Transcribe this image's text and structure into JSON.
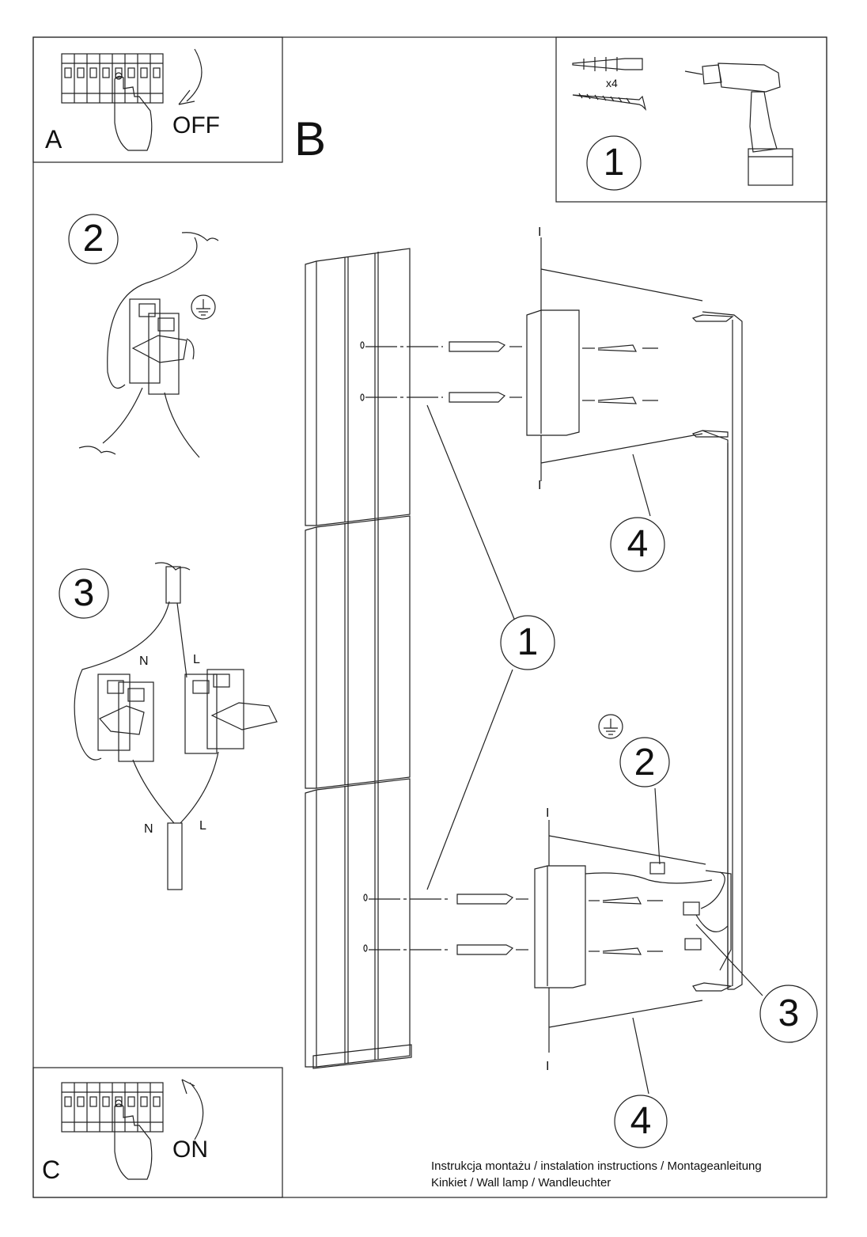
{
  "panels": {
    "a": {
      "letter": "A",
      "state": "OFF"
    },
    "b": {
      "letter": "B"
    },
    "c": {
      "letter": "C",
      "state": "ON"
    }
  },
  "tools": {
    "step": "1",
    "quantity": "x4",
    "items": [
      "wall-plug-icon",
      "screw-icon",
      "drill-icon"
    ]
  },
  "wiring": {
    "step2": {
      "number": "2",
      "icon": "ground-symbol-icon"
    },
    "step3": {
      "number": "3",
      "neutral_top": "N",
      "live_top": "L",
      "neutral_bottom": "N",
      "live_bottom": "L"
    }
  },
  "assembly": {
    "callout_1": "1",
    "callout_2": "2",
    "callout_3": "3",
    "callout_4_top": "4",
    "callout_4_bottom": "4",
    "marker_top_upper": "I",
    "marker_top_lower": "I",
    "marker_bottom_upper": "I",
    "marker_bottom_lower": "I"
  },
  "caption": {
    "line1": "Instrukcja montażu / instalation instructions / Montageanleitung",
    "line2": "Kinkiet / Wall lamp / Wandleuchter"
  }
}
